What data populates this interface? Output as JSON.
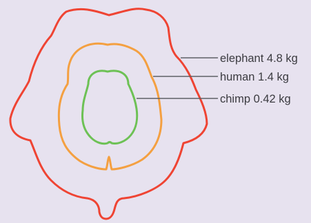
{
  "colors": {
    "background": "#e7e2ef",
    "elephant": "#ef4433",
    "human": "#f4a041",
    "chimp": "#6dc155",
    "leader_line": "#5f5f66",
    "label_text": "#3b3b40"
  },
  "brains": [
    {
      "species": "elephant",
      "mass": "4.8 kg",
      "label": "elephant 4.8 kg"
    },
    {
      "species": "human",
      "mass": "1.4 kg",
      "label": "human 1.4 kg"
    },
    {
      "species": "chimp",
      "mass": "0.42 kg",
      "label": "chimp 0.42 kg"
    }
  ]
}
